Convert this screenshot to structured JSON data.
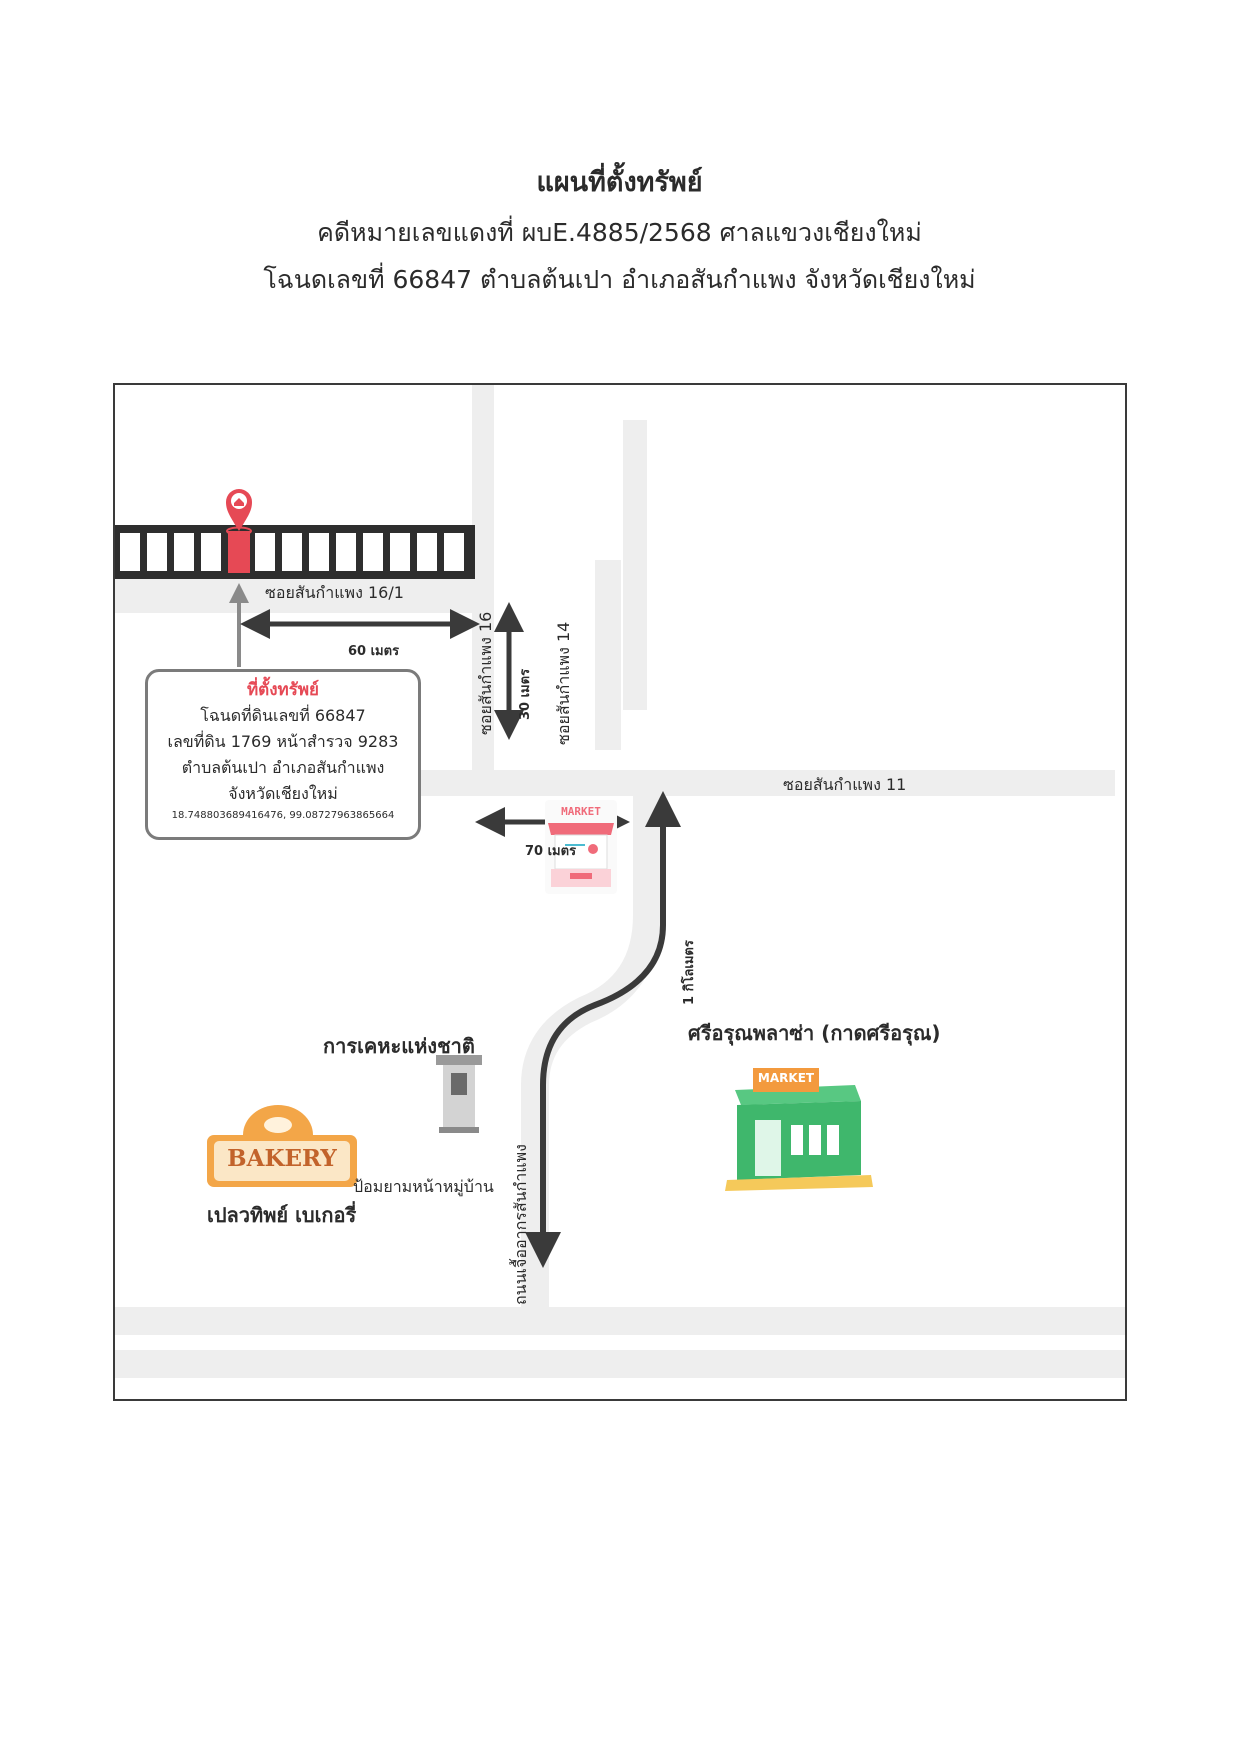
{
  "header": {
    "title": "แผนที่ตั้งทรัพย์",
    "case_line": "คดีหมายเลขแดงที่ ผบE.4885/2568 ศาลแขวงเชียงใหม่",
    "deed_line": "โฉนดเลขที่ 66847 ตำบลต้นเปา อำเภอสันกำแพง จังหวัดเชียงใหม่"
  },
  "map": {
    "roads": {
      "soi_16_1": "ซอยสันกำแพง 16/1",
      "soi_16": "ซอยสันกำแพง 16",
      "soi_14": "ซอยสันกำแพง 14",
      "soi_11": "ซอยสันกำแพง 11",
      "main_road": "ถนนเจื้ออากรสันกำแพง"
    },
    "distances": {
      "d60": "60 เมตร",
      "d30": "30 เมตร",
      "d70": "70 เมตร",
      "d1km": "1 กิโลเมตร"
    },
    "location_box": {
      "title": "ที่ตั้งทรัพย์",
      "line1": "โฉนดที่ดินเลขที่ 66847",
      "line2": "เลขที่ดิน 1769 หน้าสำรวจ 9283",
      "line3": "ตำบลต้นเปา อำเภอสันกำแพง",
      "line4": "จังหวัดเชียงใหม่",
      "coords": "18.748803689416476, 99.08727963865664"
    },
    "landmarks": {
      "agriculture_coop": "การเคหะแห่งชาติ",
      "police_box": "ป้อมยามหน้าหมู่บ้าน",
      "bakery_sign": "BAKERY",
      "bakery_name": "เปลวทิพย์ เบเกอรี่",
      "plaza": "ศรีอรุณพลาซ่า (กาดศรีอรุณ)",
      "market_small": "MARKET",
      "market_large": "MARKET"
    },
    "colors": {
      "road": "#eeeeee",
      "arrow": "#3a3a3a",
      "property": "#e64955",
      "bakery": "#f3a648",
      "market_green": "#3fb76c"
    }
  }
}
